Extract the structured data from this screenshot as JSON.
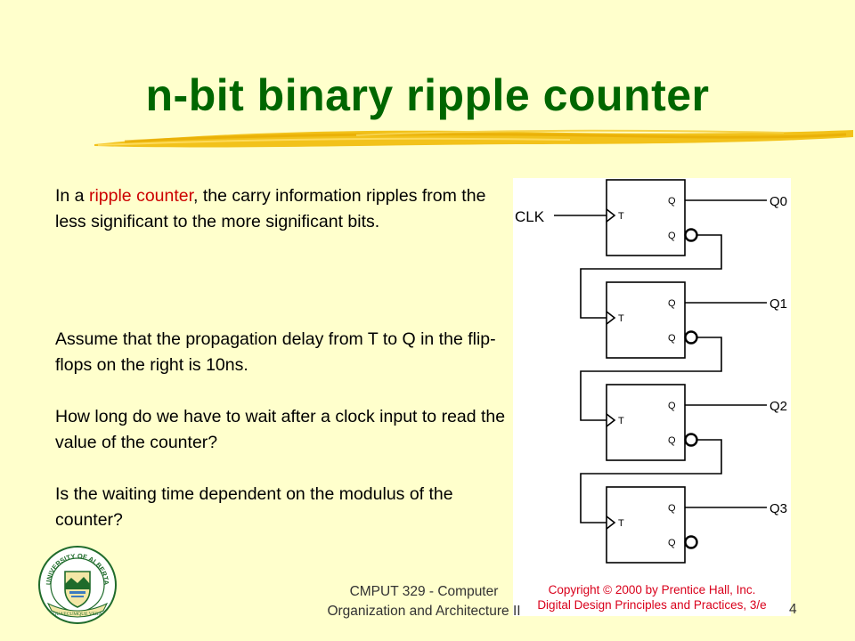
{
  "slide": {
    "title": "n-bit binary ripple counter",
    "para1": {
      "prefix": "In a ",
      "highlight": "ripple counter",
      "suffix": ", the carry information ripples from the less significant to the more significant bits."
    },
    "para2": "Assume that the propagation delay from T to Q in the flip-flops on the right is 10ns.",
    "para3": "How long do we have to wait after a clock input to read the value of the counter?",
    "para4": "Is the waiting time dependent on the modulus of the counter?",
    "footer_line1": "CMPUT 329 - Computer",
    "footer_line2": "Organization and Architecture II",
    "page_number": "4",
    "colors": {
      "background": "#FFFFCC",
      "title": "#006600",
      "highlight": "#CC0000",
      "copyright": "#D9001B"
    }
  },
  "diagram": {
    "clk_label": "CLK",
    "t_label": "T",
    "q_label": "Q",
    "qbar_label": "Q",
    "outputs": [
      "Q0",
      "Q1",
      "Q2",
      "Q3"
    ],
    "copyright_line1": "Copyright © 2000 by Prentice Hall, Inc.",
    "copyright_line2": "Digital Design Principles and Practices, 3/e"
  },
  "seal": {
    "top_text": "UNIVERSITY OF ALBERTA",
    "motto": "QUAECUMQUE VERA"
  }
}
